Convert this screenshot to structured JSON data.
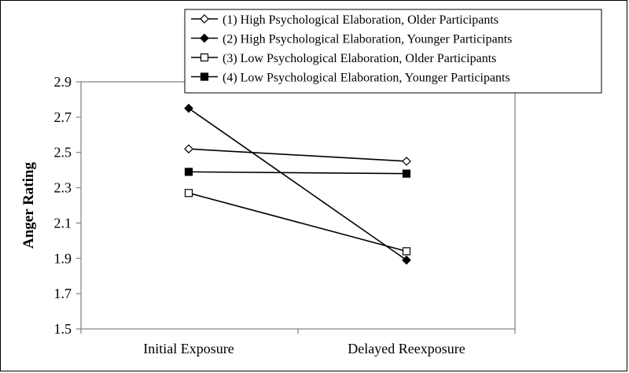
{
  "chart_data": {
    "type": "line",
    "categories": [
      "Initial Exposure",
      "Delayed Reexposure"
    ],
    "xlabel": "",
    "ylabel": "Anger Rating",
    "ylim": [
      1.5,
      2.9
    ],
    "yticks": [
      "1.5",
      "1.7",
      "1.9",
      "2.1",
      "2.3",
      "2.5",
      "2.7",
      "2.9"
    ],
    "grid": false,
    "legend_position": "top-right",
    "series": [
      {
        "name": "(1) High Psychological Elaboration, Older Participants",
        "marker": "diamond-open",
        "values": [
          2.52,
          2.45
        ]
      },
      {
        "name": "(2) High Psychological Elaboration, Younger Participants",
        "marker": "diamond-filled",
        "values": [
          2.75,
          1.89
        ]
      },
      {
        "name": "(3) Low Psychological Elaboration, Older Participants",
        "marker": "square-open",
        "values": [
          2.27,
          1.94
        ]
      },
      {
        "name": "(4) Low Psychological Elaboration, Younger Participants",
        "marker": "square-filled",
        "values": [
          2.39,
          2.38
        ]
      }
    ],
    "colors": {
      "line": "#000000",
      "axis": "#808080",
      "background": "#ffffff"
    }
  }
}
